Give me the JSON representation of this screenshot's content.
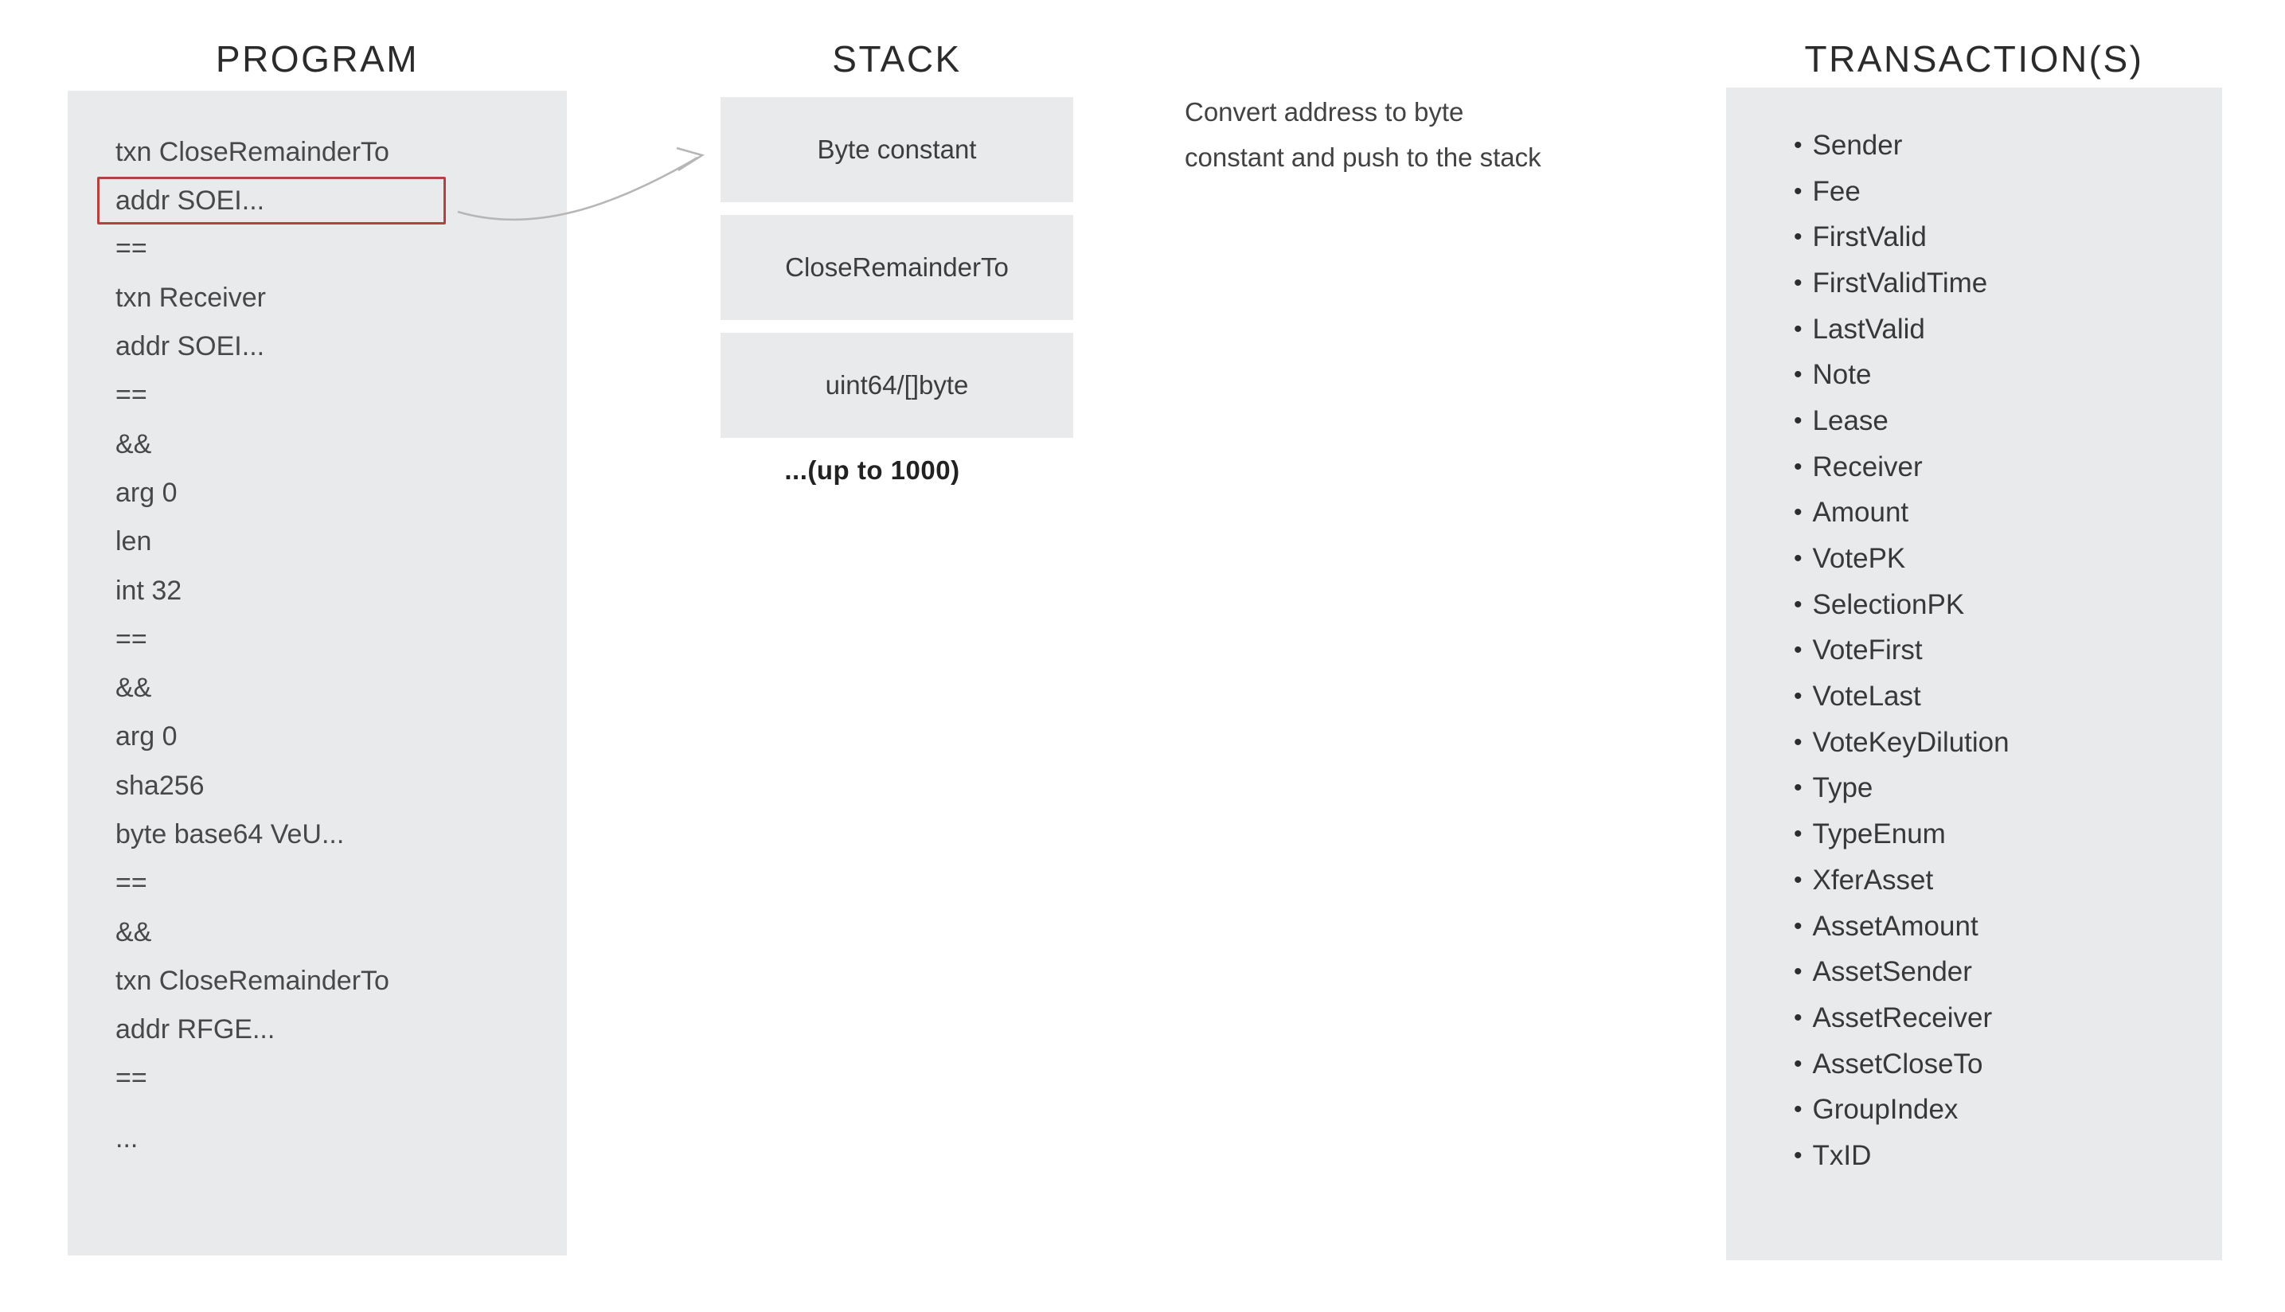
{
  "program": {
    "title": "PROGRAM",
    "highlight_index": 1,
    "lines": [
      "txn CloseRemainderTo",
      "addr SOEI...",
      "==",
      "txn Receiver",
      "addr SOEI...",
      "==",
      "&&",
      "arg 0",
      "len",
      "int 32",
      "==",
      "&&",
      "arg 0",
      "sha256",
      "byte base64 VeU...",
      "==",
      "&&",
      "txn CloseRemainderTo",
      "addr RFGE...",
      "==",
      "..."
    ]
  },
  "stack": {
    "title": "STACK",
    "boxes": [
      "Byte constant",
      "CloseRemainderTo",
      "uint64/[]byte"
    ],
    "note": "...(up to 1000)"
  },
  "annotation": {
    "lines": [
      "Convert address to byte",
      "constant and push to the stack"
    ]
  },
  "transactions": {
    "title": "TRANSACTION(S)",
    "bullet_glyph": "•",
    "fields": [
      "Sender",
      "Fee",
      "FirstValid",
      "FirstValidTime",
      "LastValid",
      "Note",
      "Lease",
      "Receiver",
      "Amount",
      "VotePK",
      "SelectionPK",
      "VoteFirst",
      "VoteLast",
      "VoteKeyDilution",
      "Type",
      "TypeEnum",
      "XferAsset",
      "AssetAmount",
      "AssetSender",
      "AssetReceiver",
      "AssetCloseTo",
      "GroupIndex",
      "TxID"
    ]
  },
  "colors": {
    "background": "#ffffff",
    "panel_bg": "#e8eaec",
    "title_text": "#2b2b2b",
    "code_text": "#484848",
    "list_text": "#383838",
    "highlight_border": "#b04341",
    "arrow": "#b6b6b6",
    "note_text": "#222222"
  }
}
